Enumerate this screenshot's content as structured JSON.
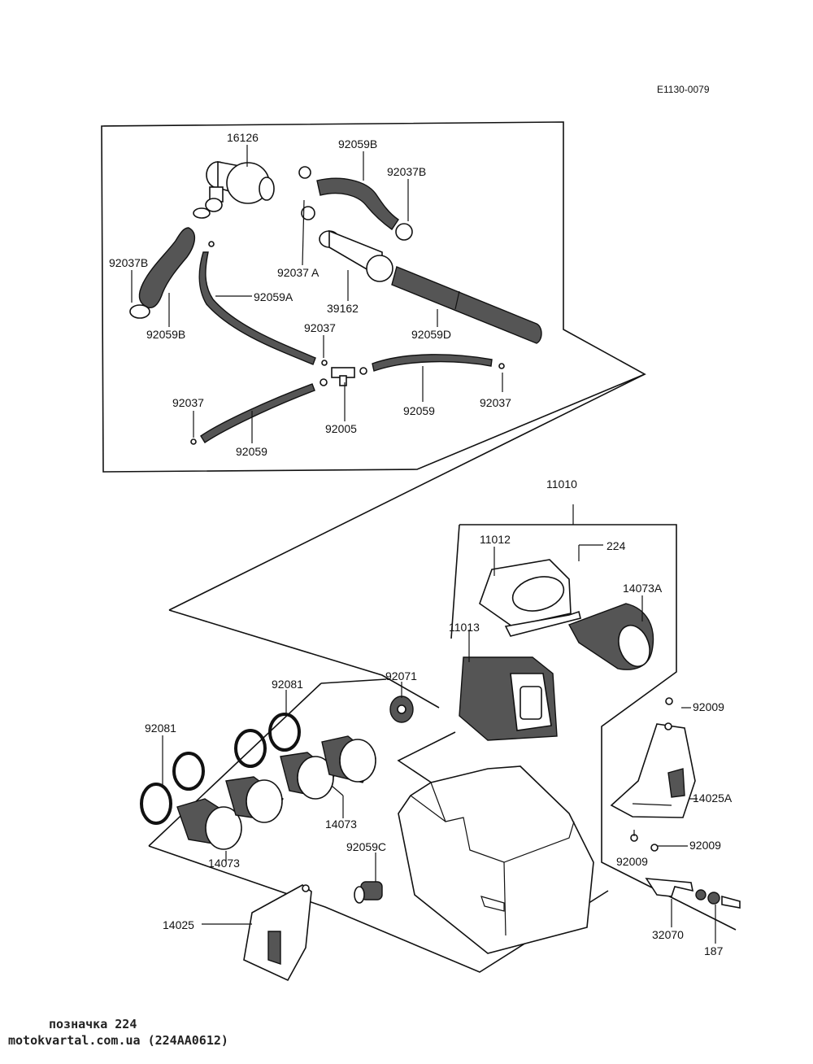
{
  "diagram_code": "E1130-0079",
  "labels": {
    "p16126": "16126",
    "p92059B_top": "92059B",
    "p92037B_top": "92037B",
    "p92037B_left": "92037B",
    "p92037A": "92037 A",
    "p92059A": "92059A",
    "p39162": "39162",
    "p92059B_left": "92059B",
    "p92037_mid": "92037",
    "p92059D": "92059D",
    "p92037_left": "92037",
    "p92037_right": "92037",
    "p92059_left": "92059",
    "p92005": "92005",
    "p92059_right": "92059",
    "p11010": "11010",
    "p11012": "11012",
    "p224": "224",
    "p14073A": "14073A",
    "p11013": "11013",
    "p92071": "92071",
    "p92081_top": "92081",
    "p92081_left": "92081",
    "p92009_top": "92009",
    "p14025A": "14025A",
    "p14073_mid": "14073",
    "p14073_left": "14073",
    "p92059C": "92059C",
    "p92009_bl": "92009",
    "p92009_br": "92009",
    "p14025": "14025",
    "p32070": "32070",
    "p187": "187"
  },
  "footer": {
    "line1": "позначка 224",
    "line2": "motokvartal.com.ua (224AA0612)"
  }
}
